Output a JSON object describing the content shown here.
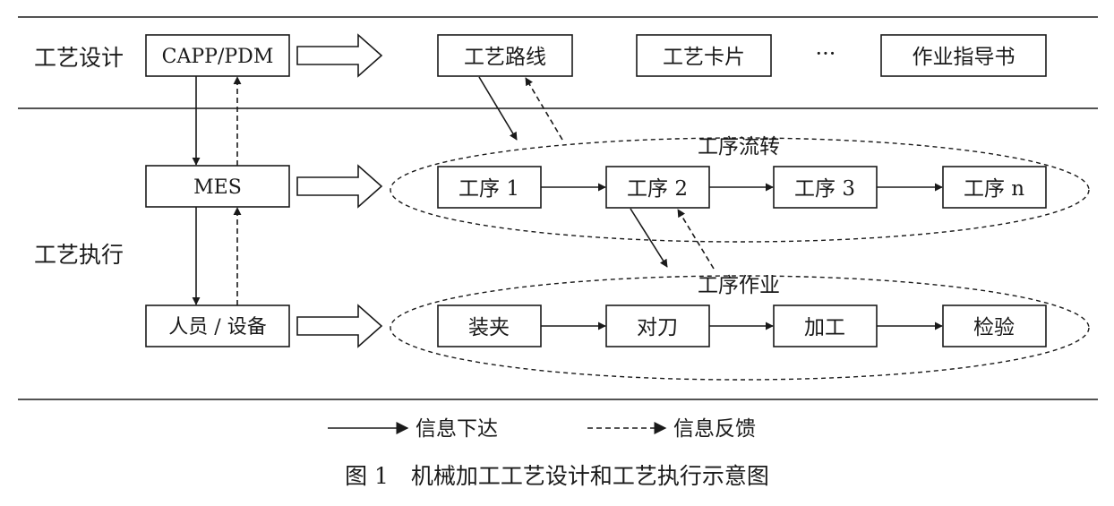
{
  "rows": {
    "design": "工艺设计",
    "execution": "工艺执行"
  },
  "left_boxes": {
    "capp": "CAPP/PDM",
    "mes": "MES",
    "people": "人员 / 设备"
  },
  "design_docs": {
    "route": "工艺路线",
    "card": "工艺卡片",
    "ellipsis": "···",
    "guide": "作业指导书"
  },
  "process_flow": {
    "title": "工序流转",
    "steps": [
      "工序 1",
      "工序 2",
      "工序 3",
      "工序 n"
    ]
  },
  "process_work": {
    "title": "工序作业",
    "steps": [
      "装夹",
      "对刀",
      "加工",
      "检验"
    ]
  },
  "legend": {
    "solid": "信息下达",
    "dashed": "信息反馈"
  },
  "caption": "图 1　机械加工工艺设计和工艺执行示意图"
}
